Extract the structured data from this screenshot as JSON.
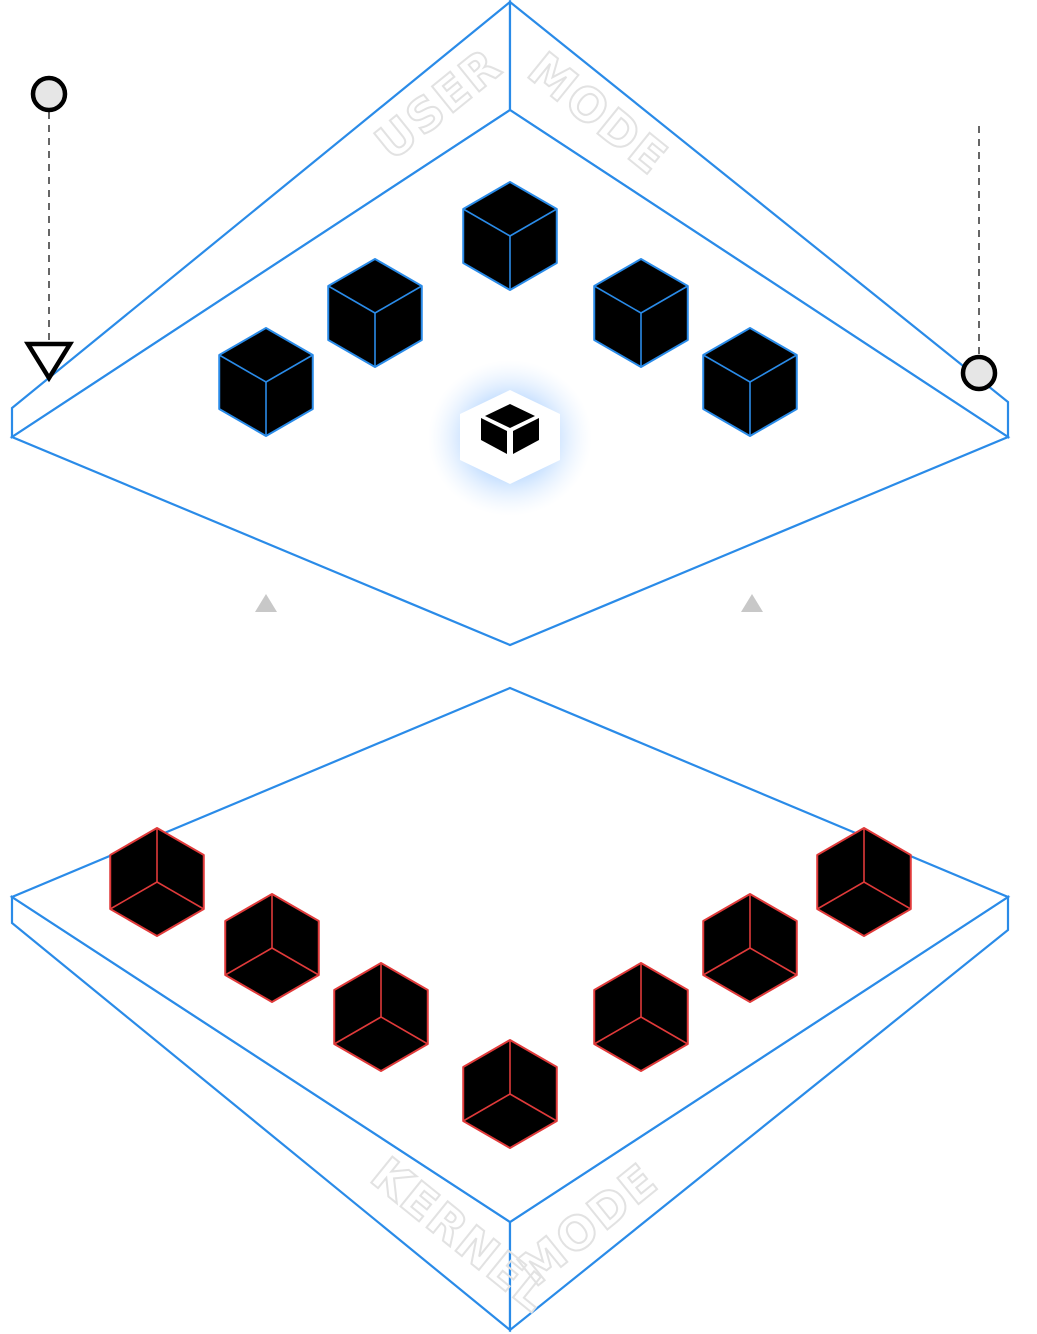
{
  "layers": {
    "user": {
      "label_left": "USER",
      "label_right": "MODE",
      "outline_color": "#2a8be8",
      "cube_edge_color": "#2a8be8"
    },
    "kernel": {
      "label_left": "KERNEL",
      "label_right": "MODE",
      "outline_color": "#2a8be8",
      "cube_edge_color": "#e03a3a"
    }
  },
  "center_logo": {
    "icon": "cube-logo-icon",
    "glow_color": "#66aaff"
  },
  "markers": {
    "left": {
      "icon": "circle-to-triangle-marker"
    },
    "right": {
      "icon": "circle-marker"
    }
  },
  "colors": {
    "arrow_gray": "#c8c8c8",
    "label_gray": "#e2e2e2"
  }
}
